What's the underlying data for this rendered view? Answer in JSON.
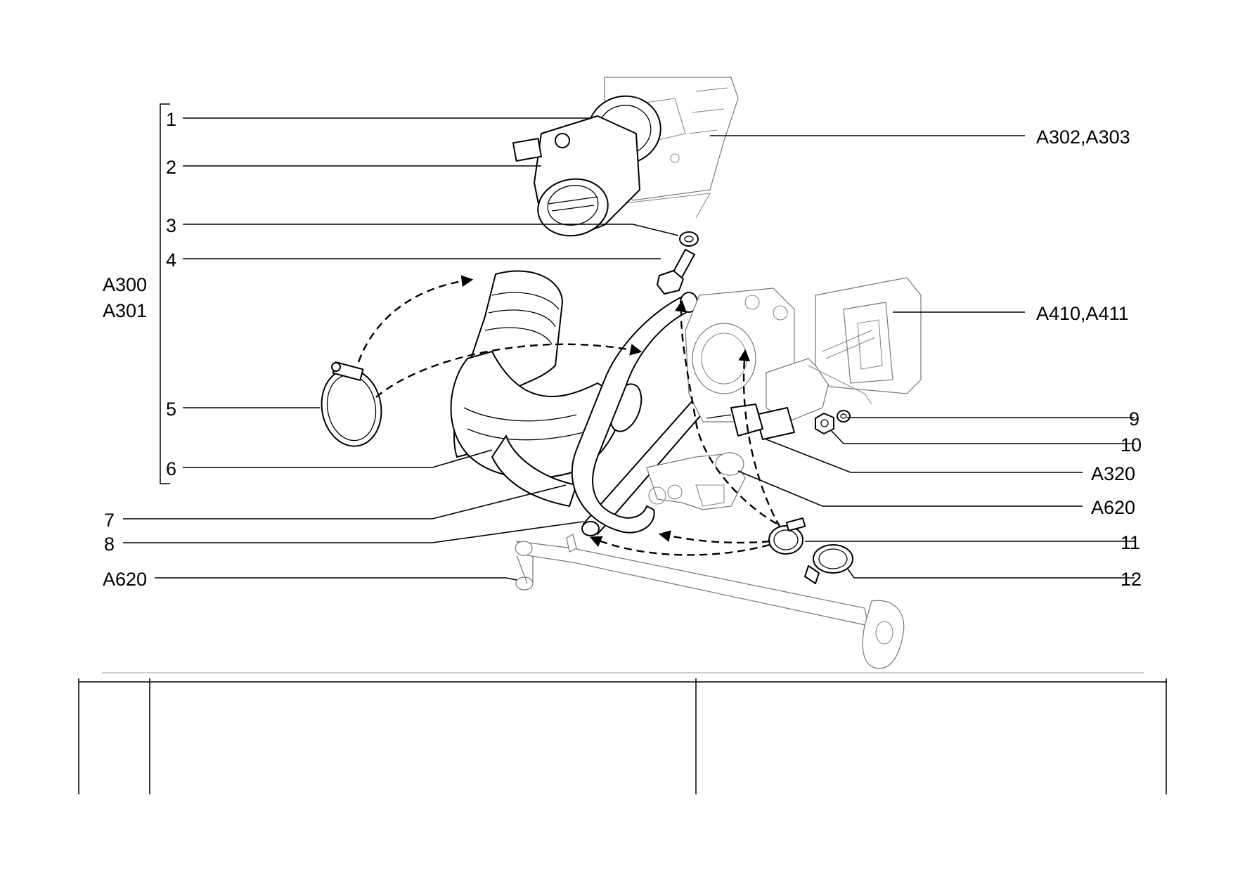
{
  "labels": {
    "callout_1": "1",
    "callout_2": "2",
    "callout_3": "3",
    "callout_4": "4",
    "callout_5": "5",
    "callout_6": "6",
    "callout_7": "7",
    "callout_8": "8",
    "callout_9": "9",
    "callout_10": "10",
    "callout_11": "11",
    "callout_12": "12",
    "group_a300": "A300",
    "group_a301": "A301",
    "ref_a302_a303": "A302,A303",
    "ref_a410_a411": "A410,A411",
    "ref_a320": "A320",
    "ref_a620_right": "A620",
    "ref_a620_left": "A620"
  }
}
